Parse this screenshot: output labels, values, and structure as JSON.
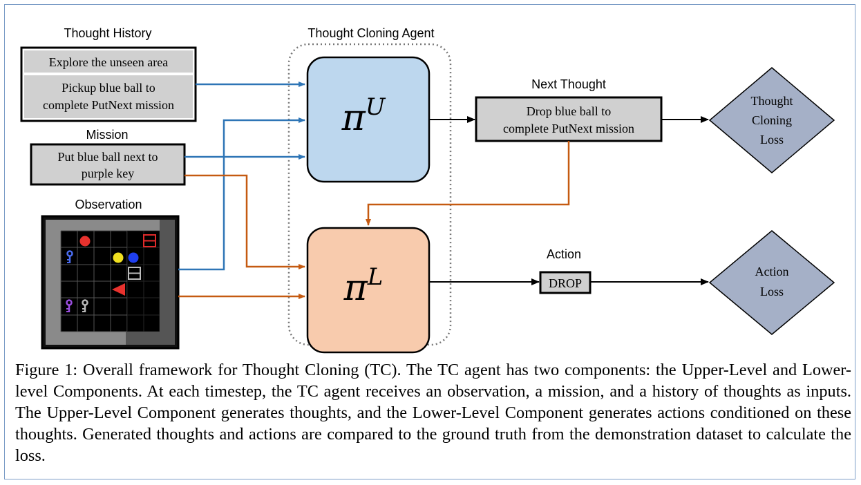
{
  "labels": {
    "thought_history": "Thought History",
    "thought_cloning_agent": "Thought Cloning Agent",
    "mission": "Mission",
    "observation": "Observation",
    "next_thought": "Next Thought",
    "action": "Action"
  },
  "thought_history": {
    "line1": "Explore the unseen area",
    "line2a": "Pickup blue ball to",
    "line2b": "complete PutNext mission"
  },
  "mission": {
    "line1": "Put blue ball next to",
    "line2": "purple key"
  },
  "next_thought": {
    "line1": "Drop blue ball to",
    "line2": "complete PutNext mission"
  },
  "action_value": "DROP",
  "upper_component": {
    "symbol": "π",
    "sup": "U"
  },
  "lower_component": {
    "symbol": "π",
    "sup": "L"
  },
  "losses": {
    "thought_l1": "Thought",
    "thought_l2": "Cloning",
    "thought_l3": "Loss",
    "action_l1": "Action",
    "action_l2": "Loss"
  },
  "caption": "Figure 1: Overall framework for Thought Cloning (TC). The TC agent has two components: the Upper-Level and Lower-level Components. At each timestep, the TC agent receives an observation, a mission, and a history of thoughts as inputs. The Upper-Level Component generates thoughts, and the Lower-Level Component generates actions conditioned on these thoughts. Generated thoughts and actions are compared to the ground truth from the demonstration dataset to calculate the loss.",
  "colors": {
    "blue_arrow": "#2e75b6",
    "orange_arrow": "#c55a11",
    "upper_fill": "#bdd7ee",
    "lower_fill": "#f8cbad",
    "loss_fill": "#a5b0c7",
    "box_fill": "#d0d0d0"
  },
  "icons": [
    "red-ball-icon",
    "blue-ball-icon",
    "yellow-ball-icon",
    "purple-key-icon",
    "grey-key-icon",
    "red-agent-triangle-icon",
    "box-icon"
  ]
}
